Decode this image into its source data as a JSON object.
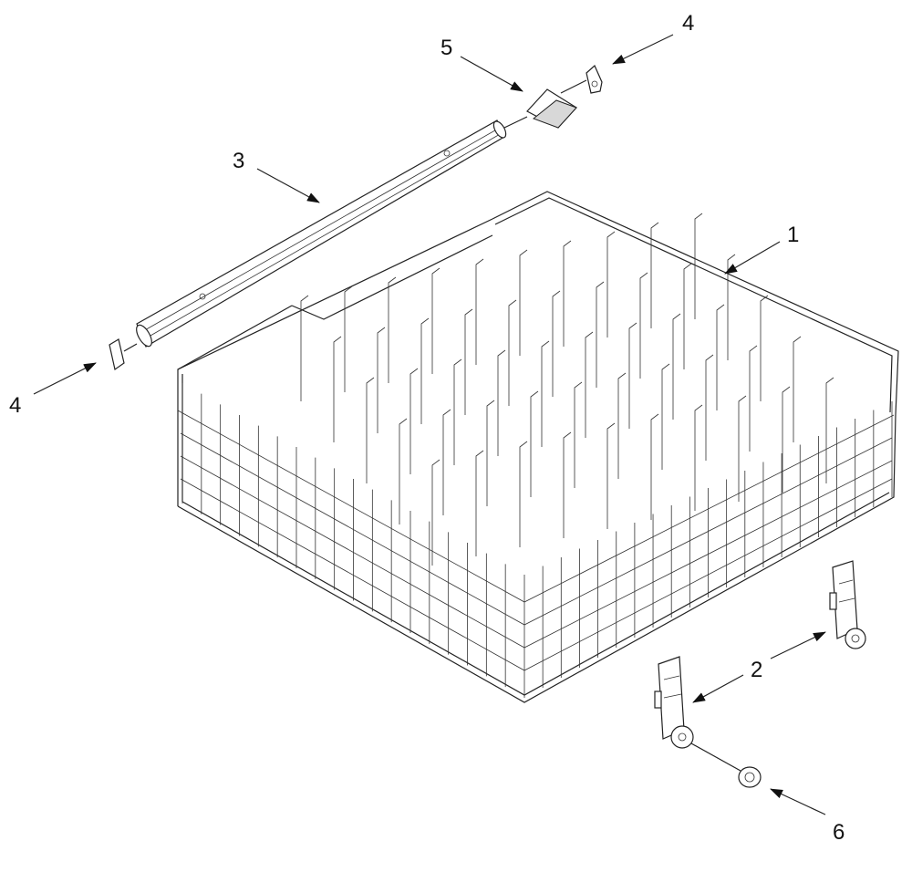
{
  "diagram": {
    "parts": [
      {
        "id": "dish-rack",
        "label": "1"
      },
      {
        "id": "rack-roller-assembly",
        "label": "2"
      },
      {
        "id": "rack-adjuster-track",
        "label": "3"
      },
      {
        "id": "track-end-stop",
        "label": "4"
      },
      {
        "id": "track-end-cap",
        "label": "5"
      },
      {
        "id": "roller-wheel",
        "label": "6"
      }
    ],
    "callouts": [
      {
        "part": "dish-rack",
        "label": "1"
      },
      {
        "part": "rack-roller-assembly",
        "label": "2"
      },
      {
        "part": "rack-adjuster-track",
        "label": "3"
      },
      {
        "part": "track-end-stop-top",
        "label": "4"
      },
      {
        "part": "track-end-stop-left",
        "label": "4"
      },
      {
        "part": "track-end-cap",
        "label": "5"
      },
      {
        "part": "roller-wheel",
        "label": "6"
      }
    ],
    "colors": {
      "ink": "#222222",
      "background": "#ffffff"
    }
  }
}
